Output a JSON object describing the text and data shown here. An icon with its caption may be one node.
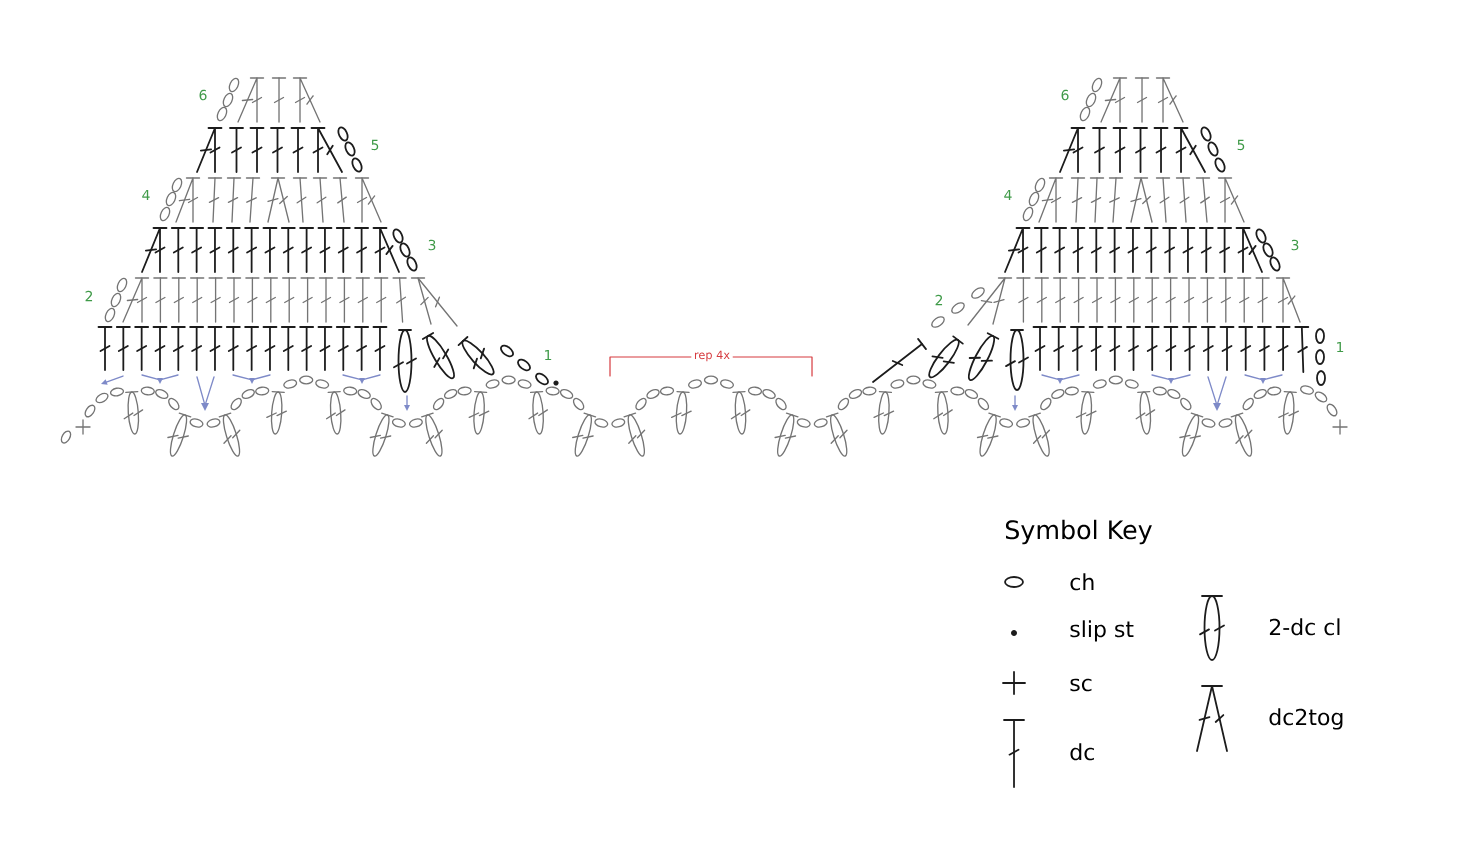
{
  "diagram": {
    "labels": [
      "6",
      "6",
      "5",
      "5",
      "4",
      "4",
      "3",
      "3",
      "2",
      "2",
      "1",
      "rep 4x",
      "1",
      "Symbol Key"
    ],
    "legend": [
      {
        "text": "ch"
      },
      {
        "text": "slip st"
      },
      {
        "text": "sc"
      },
      {
        "text": "dc"
      },
      {
        "text": "2-dc cl"
      },
      {
        "text": "dc2tog"
      }
    ]
  }
}
